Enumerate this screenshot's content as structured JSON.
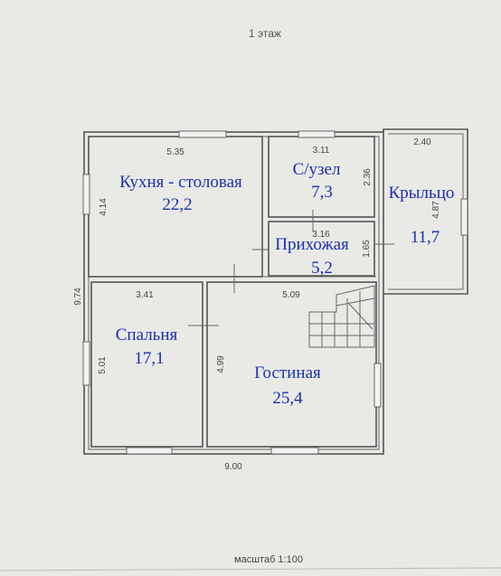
{
  "title": "1 этаж",
  "scale": "масштаб 1:100",
  "dimensions": {
    "overall_width": "9.00",
    "overall_height": "9.74",
    "kitchen_width": "5.35",
    "kitchen_height": "4.14",
    "bathroom_width": "3.11",
    "bathroom_height": "2.36",
    "hall_width": "3.16",
    "hall_height": "1.65",
    "porch_width": "2.40",
    "porch_height": "4.87",
    "bedroom_width": "3.41",
    "bedroom_height": "5.01",
    "living_width": "5.09",
    "living_height": "4.99"
  },
  "rooms": {
    "kitchen": {
      "name": "Кухня - столовая",
      "area": "22,2"
    },
    "bathroom": {
      "name": "С/узел",
      "area": "7,3"
    },
    "hall": {
      "name": "Прихожая",
      "area": "5,2"
    },
    "porch": {
      "name": "Крыльцо",
      "area": "11,7"
    },
    "bedroom": {
      "name": "Спальня",
      "area": "17,1"
    },
    "living": {
      "name": "Гостиная",
      "area": "25,4"
    }
  }
}
